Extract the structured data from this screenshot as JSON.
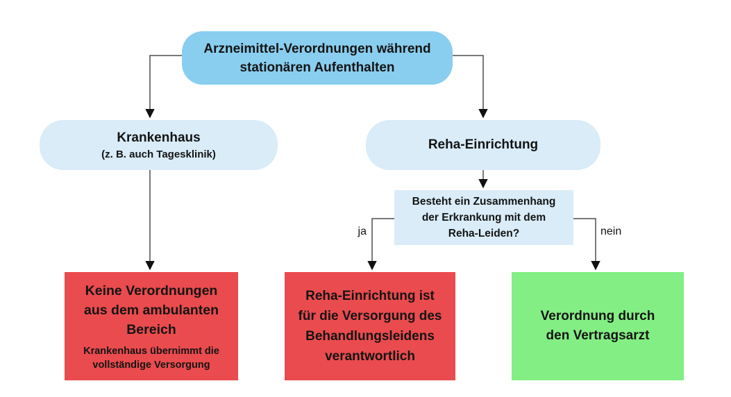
{
  "colors": {
    "root_box": "#89CEEF",
    "branch_box": "#D9ECF8",
    "negative_box": "#EA4B4E",
    "positive_box": "#83EE83",
    "connector_line": "#4D4D4D",
    "arrowhead": "#111111",
    "text": "#141414"
  },
  "flowchart": {
    "root": {
      "label": "Arzneimittel-Verordnungen während\nstationären Aufenthalten"
    },
    "hospital": {
      "title": "Krankenhaus",
      "subtitle": "(z. B. auch Tagesklinik)"
    },
    "rehab": {
      "title": "Reha-Einrichtung"
    },
    "decision": {
      "question": "Besteht ein Zusammenhang\nder Erkrankung mit dem\nReha-Leiden?"
    },
    "edge_labels": {
      "yes": "ja",
      "no": "nein"
    },
    "outcome_hospital": {
      "title": "Keine Verordnungen\naus dem ambulanten\nBereich",
      "subtitle": "Krankenhaus übernimmt die\nvollständige Versorgung"
    },
    "outcome_rehab": {
      "title": "Reha-Einrichtung ist\nfür die Versorgung des\nBehandlungsleidens\nverantwortlich"
    },
    "outcome_doctor": {
      "title": "Verordnung durch\nden Vertragsarzt"
    }
  }
}
